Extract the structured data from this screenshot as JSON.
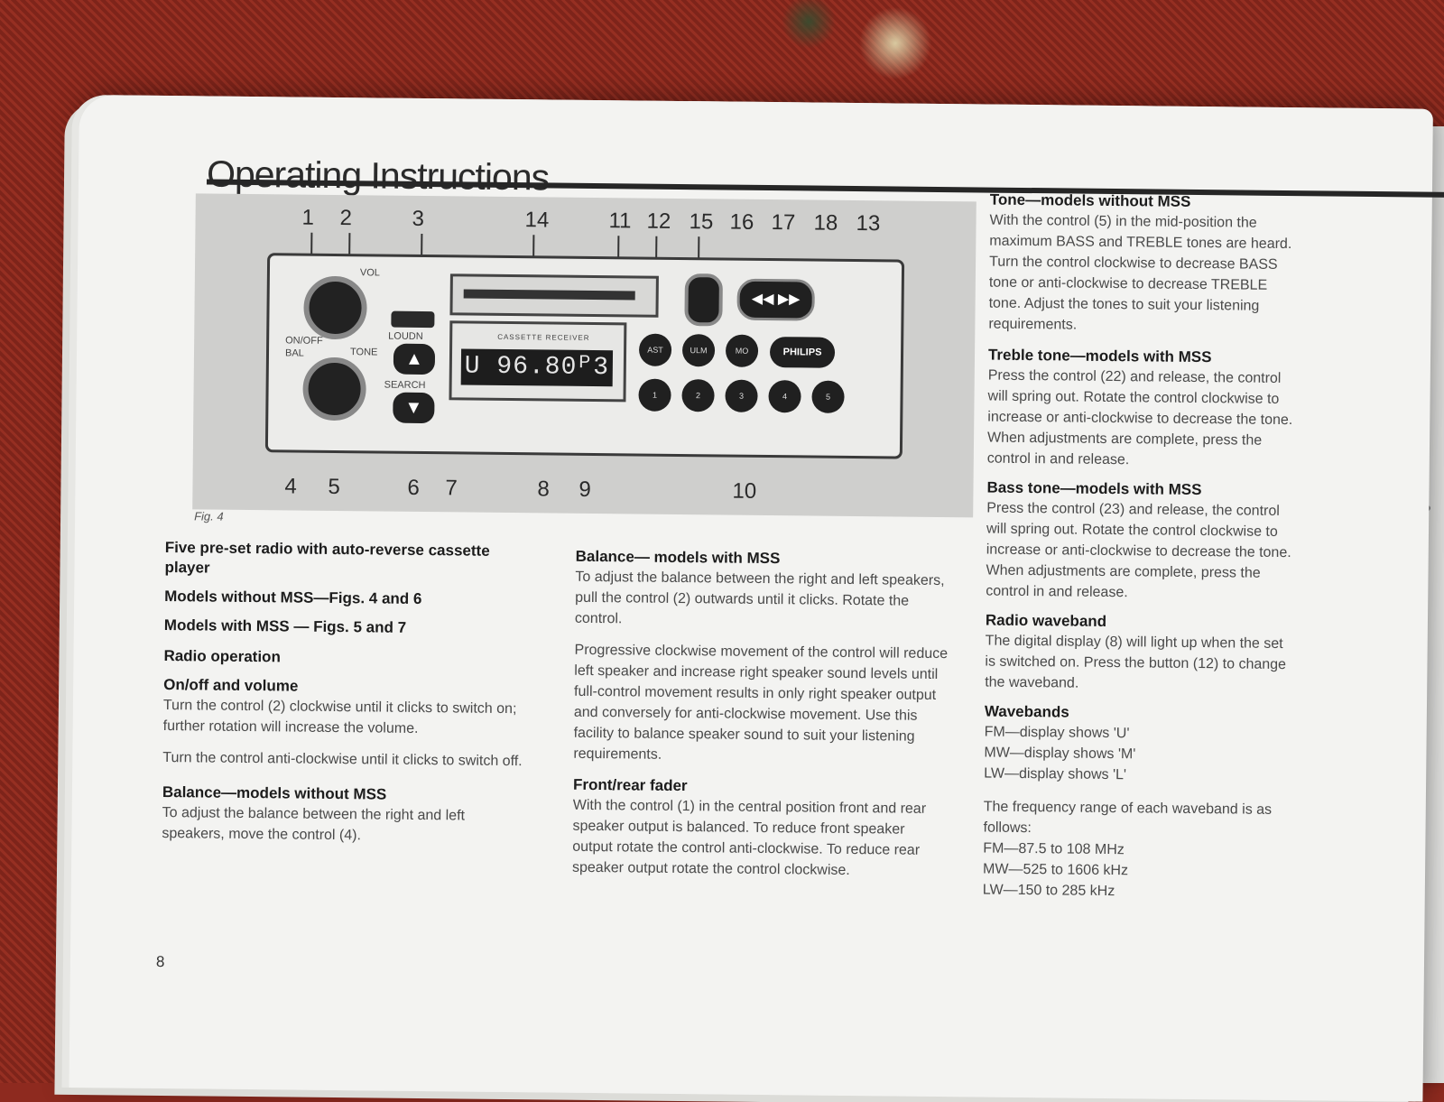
{
  "page": {
    "title": "Operating Instructions",
    "page_number": "8"
  },
  "figure": {
    "caption": "Fig. 4",
    "callouts_top": [
      "1",
      "2",
      "3",
      "14",
      "11",
      "12",
      "15",
      "16",
      "17",
      "18",
      "13"
    ],
    "callouts_bottom": [
      "4",
      "5",
      "6",
      "7",
      "8",
      "9",
      "10"
    ],
    "labels": {
      "vol": "VOL",
      "on_off": "ON/OFF",
      "tone": "TONE",
      "bal": "BAL",
      "loudn": "LOUDN",
      "search": "SEARCH",
      "display_label": "CASSETTE RECEIVER",
      "display_value": "U  96.80ᴾ3",
      "ast": "AST",
      "ulm": "ULM",
      "mo": "MO",
      "brand": "PHILIPS",
      "presets": [
        "1",
        "2",
        "3",
        "4",
        "5"
      ]
    }
  },
  "col1": {
    "heading1": "Five pre-set radio with auto-reverse cassette player",
    "heading2": "Models without MSS—Figs. 4 and 6",
    "heading3": "Models with MSS — Figs. 5 and 7",
    "heading4": "Radio operation",
    "onoff_heading": "On/off and volume",
    "onoff_text1": "Turn the control (2) clockwise until it clicks to switch on; further rotation will increase the volume.",
    "onoff_text2": "Turn the control anti-clockwise until it clicks to switch off.",
    "balance_heading": "Balance—models without MSS",
    "balance_text": "To adjust the balance between the right and left speakers, move the control (4)."
  },
  "col2": {
    "balance_heading": "Balance— models with MSS",
    "balance_text": "To adjust the balance between the right and left speakers, pull the control (2) outwards until it clicks. Rotate the control.",
    "progressive_text": "Progressive clockwise movement of the control will reduce left speaker and increase right speaker sound levels until full-control movement results in only right speaker output and conversely for anti-clockwise movement. Use this facility to balance speaker sound to suit your listening requirements.",
    "fader_heading": "Front/rear fader",
    "fader_text": "With the control (1) in the central position front and rear speaker output is balanced. To reduce front speaker output rotate the control anti-clockwise. To reduce rear speaker output rotate the control clockwise."
  },
  "col3": {
    "tone_heading": "Tone—models without MSS",
    "tone_text": "With the control (5) in the mid-position the maximum BASS and TREBLE tones are heard. Turn the control clockwise to decrease BASS tone or anti-clockwise to decrease TREBLE tone. Adjust the tones to suit your listening requirements.",
    "treble_heading": "Treble tone—models with MSS",
    "treble_text": "Press the control (22) and release, the control will spring out. Rotate the control clockwise to increase or anti-clockwise to decrease the tone. When adjustments are complete, press the control in and release.",
    "bass_heading": "Bass tone—models with MSS",
    "bass_text": "Press the control (23) and release, the control will spring out. Rotate the control clockwise to increase or anti-clockwise to decrease the tone. When adjustments are complete, press the control in and release.",
    "waveband_heading": "Radio waveband",
    "waveband_text": "The digital display (8) will light up when the set is switched on. Press the button (12) to change the waveband.",
    "wavebands_heading": "Wavebands",
    "wavebands": [
      "FM—display shows 'U'",
      "MW—display shows 'M'",
      "LW—display shows 'L'"
    ],
    "freq_intro": "The frequency range of each waveband is as follows:",
    "freqs": [
      "FM—87.5 to 108 MHz",
      "MW—525 to 1606 kHz",
      "LW—150 to 285 kHz"
    ]
  }
}
